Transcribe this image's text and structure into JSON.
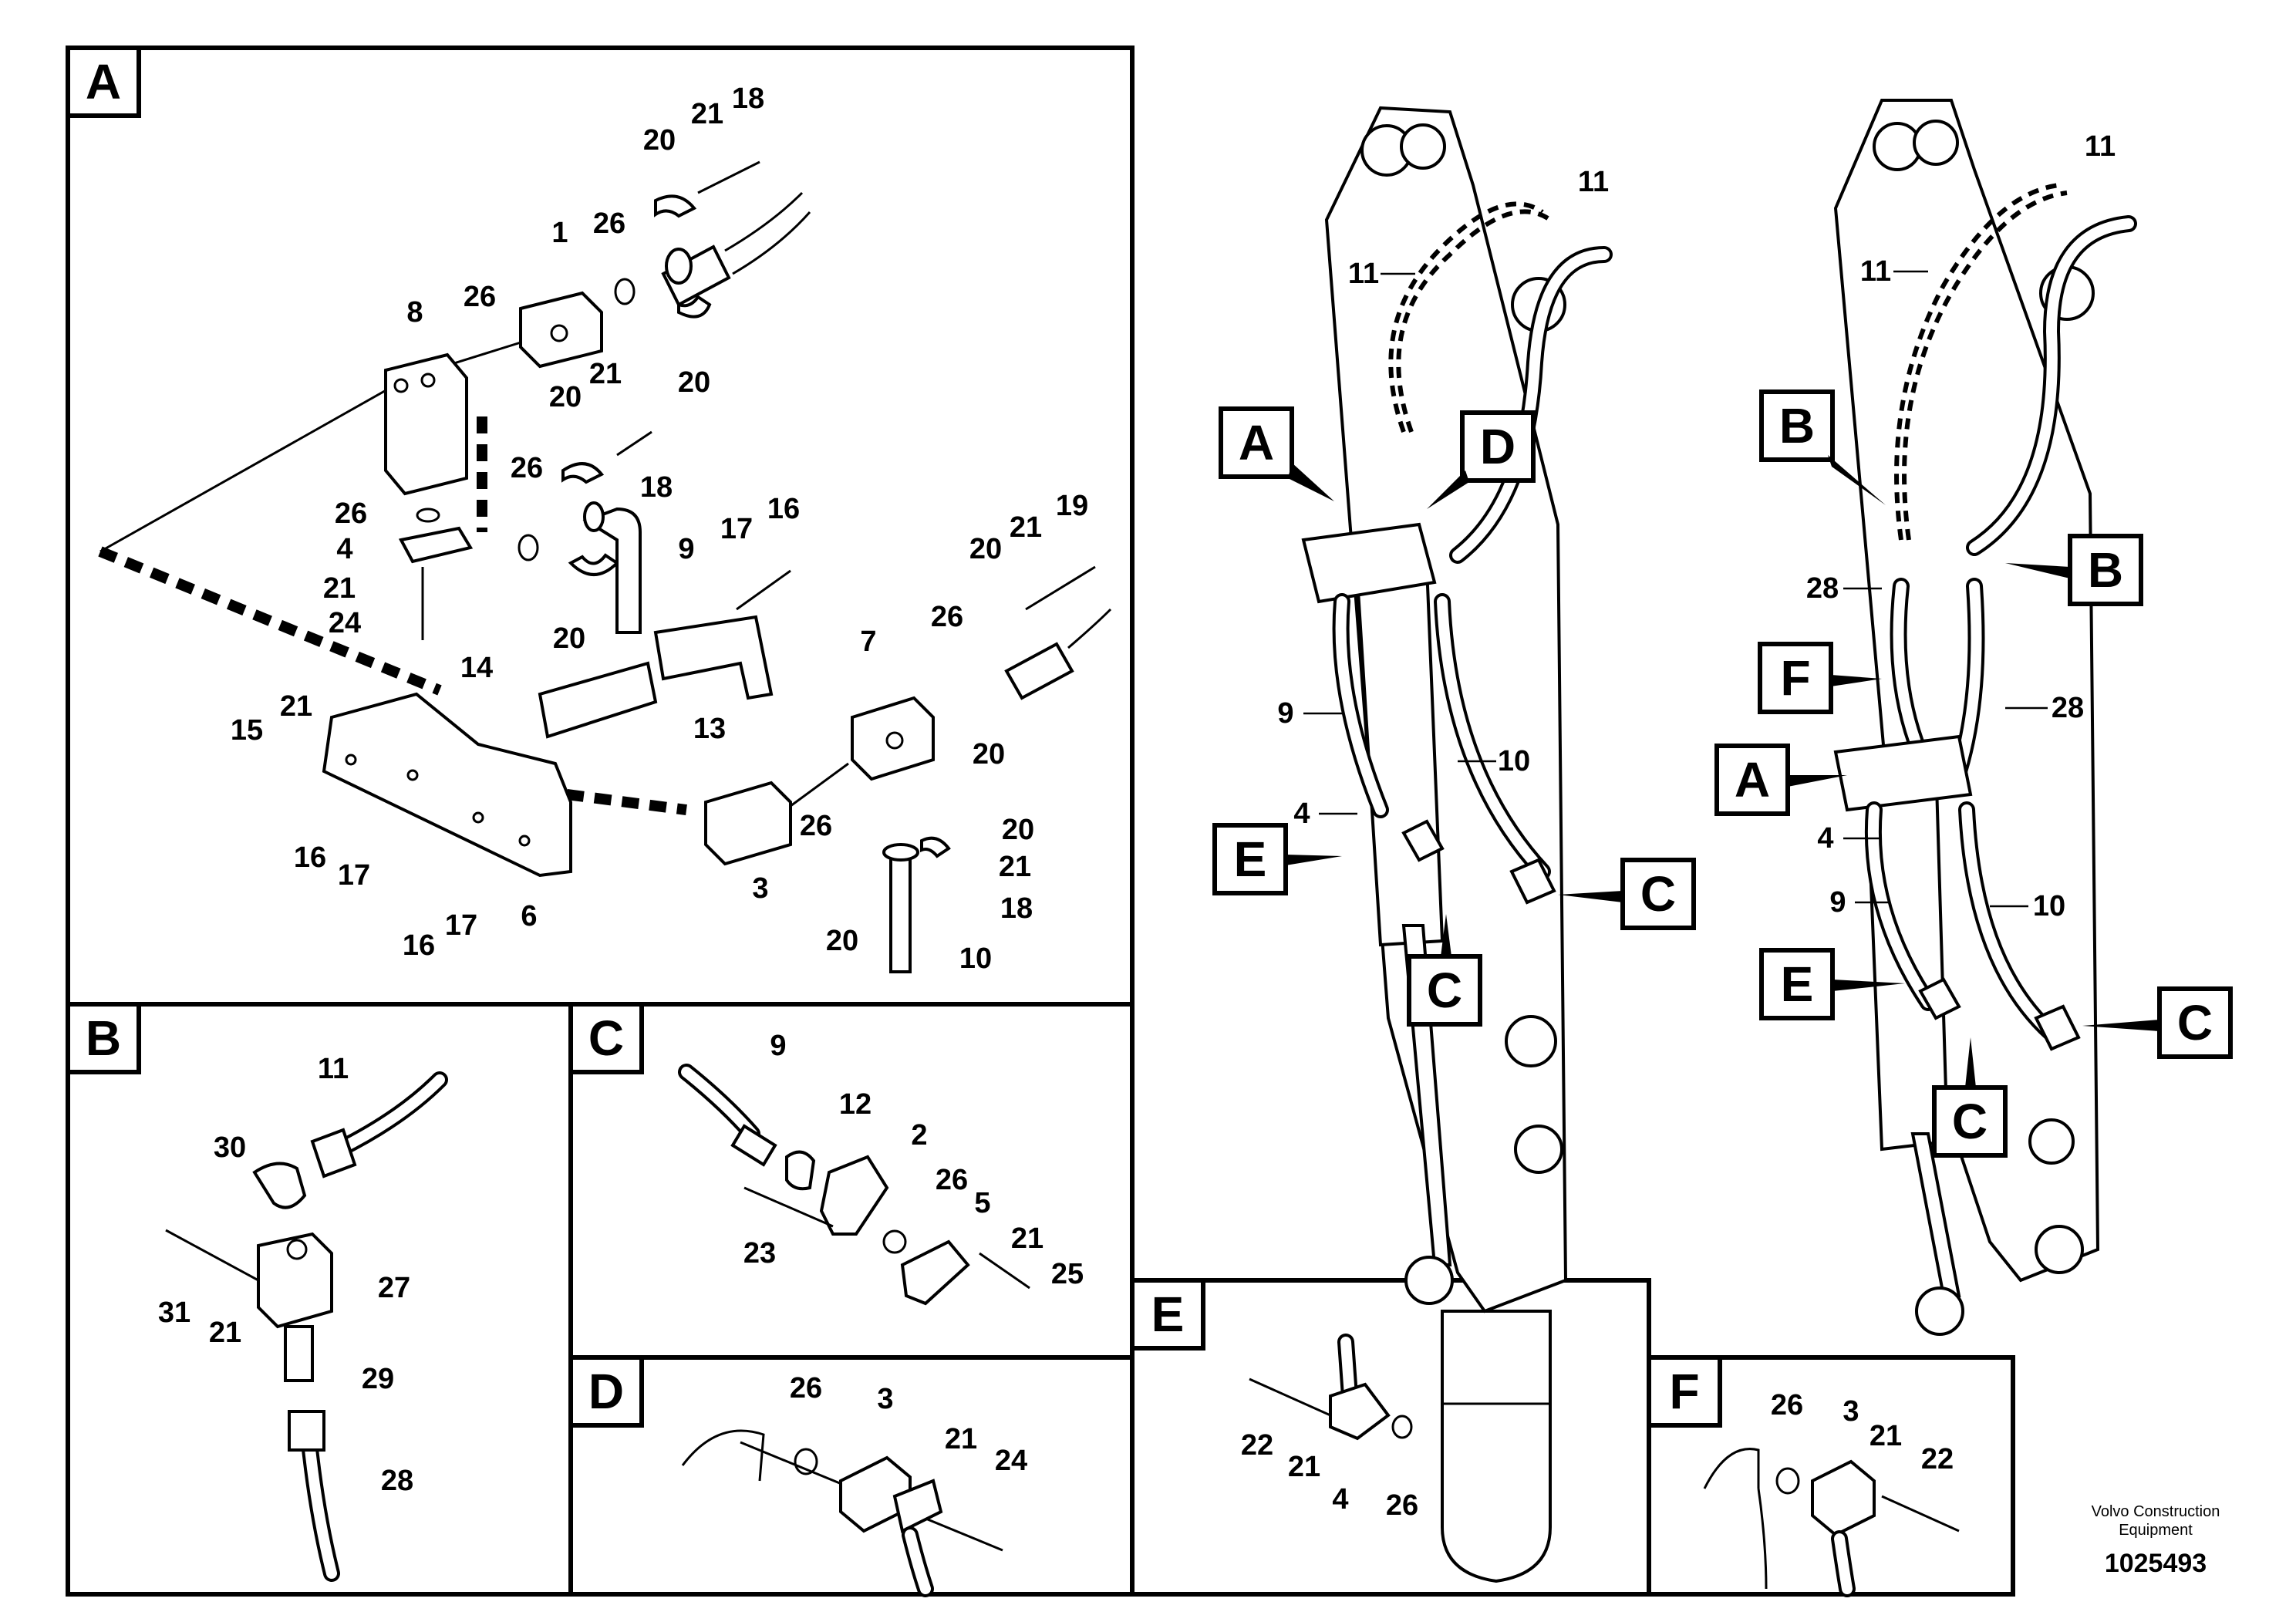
{
  "panels": {
    "A": "A",
    "B": "B",
    "C": "C",
    "D": "D",
    "E": "E",
    "F": "F"
  },
  "panel_A_callouts": [
    "18",
    "21",
    "20",
    "1",
    "26",
    "8",
    "26",
    "20",
    "21",
    "20",
    "18",
    "26",
    "26",
    "9",
    "4",
    "21",
    "24",
    "17",
    "16",
    "20",
    "21",
    "19",
    "20",
    "7",
    "26",
    "14",
    "13",
    "21",
    "15",
    "16",
    "17",
    "16",
    "17",
    "6",
    "3",
    "26",
    "20",
    "21",
    "18",
    "20",
    "20",
    "10"
  ],
  "panel_B_callouts": [
    "11",
    "30",
    "27",
    "31",
    "21",
    "29",
    "28"
  ],
  "panel_C_callouts": [
    "9",
    "12",
    "2",
    "26",
    "5",
    "23",
    "21",
    "25"
  ],
  "panel_D_callouts": [
    "26",
    "3",
    "21",
    "24"
  ],
  "panel_E_callouts": [
    "22",
    "21",
    "4",
    "26"
  ],
  "panel_F_callouts": [
    "26",
    "3",
    "21",
    "22"
  ],
  "boom_left": {
    "callouts": [
      "11",
      "11",
      "9",
      "10",
      "4"
    ],
    "markers": [
      "A",
      "D",
      "E",
      "C",
      "C"
    ]
  },
  "boom_right": {
    "callouts": [
      "11",
      "11",
      "28",
      "28",
      "4",
      "9",
      "10"
    ],
    "markers": [
      "B",
      "B",
      "F",
      "A",
      "E",
      "C",
      "C"
    ]
  },
  "footer": {
    "company_line1": "Volvo Construction",
    "company_line2": "Equipment",
    "drawing_number": "1025493"
  }
}
